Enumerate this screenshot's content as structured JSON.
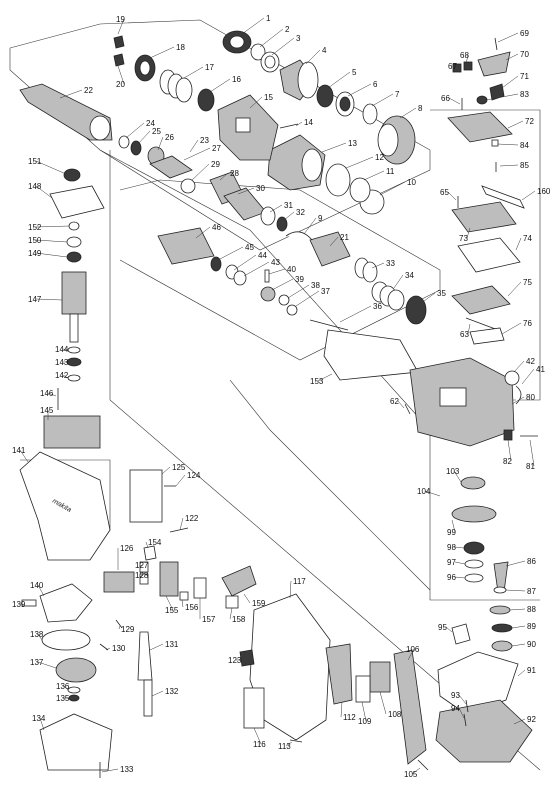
{
  "diagram": {
    "labels": [
      "1",
      "2",
      "3",
      "4",
      "5",
      "6",
      "7",
      "8",
      "9",
      "10",
      "11",
      "12",
      "13",
      "14",
      "15",
      "16",
      "17",
      "18",
      "19",
      "20",
      "21",
      "22",
      "23",
      "24",
      "25",
      "26",
      "27",
      "28",
      "29",
      "30",
      "31",
      "32",
      "33",
      "34",
      "35",
      "36",
      "37",
      "38",
      "39",
      "40",
      "41",
      "42",
      "43",
      "44",
      "45",
      "46",
      "62",
      "63",
      "65",
      "66",
      "67",
      "68",
      "69",
      "70",
      "71",
      "72",
      "73",
      "74",
      "75",
      "76",
      "80",
      "81",
      "82",
      "83",
      "84",
      "85",
      "86",
      "87",
      "88",
      "89",
      "90",
      "91",
      "92",
      "93",
      "94",
      "95",
      "96",
      "97",
      "98",
      "99",
      "103",
      "104",
      "105",
      "106",
      "108",
      "109",
      "112",
      "113",
      "116",
      "117",
      "122",
      "123",
      "124",
      "125",
      "126",
      "127",
      "128",
      "129",
      "130",
      "131",
      "132",
      "133",
      "134",
      "135",
      "136",
      "137",
      "138",
      "139",
      "140",
      "141",
      "142",
      "143",
      "144",
      "145",
      "146",
      "147",
      "148",
      "149",
      "150",
      "151",
      "152",
      "153",
      "154",
      "155",
      "156",
      "157",
      "158",
      "159",
      "160"
    ],
    "logo_text": "makita"
  }
}
